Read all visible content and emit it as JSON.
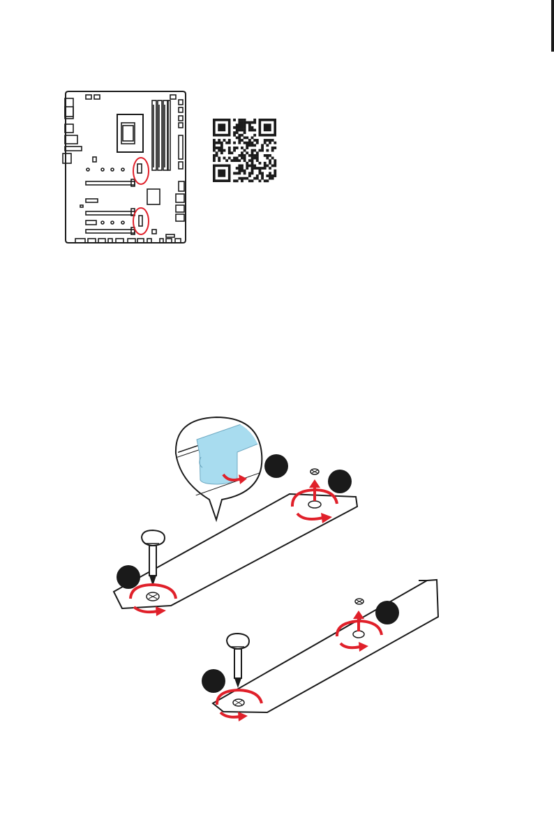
{
  "page": {
    "edge_tab": "page-edge-tab"
  },
  "figures": {
    "motherboard": {
      "icon": "motherboard-layout-icon",
      "highlight_count": 2,
      "highlight_color": "#e0202a"
    },
    "qr": {
      "icon": "qr-code-icon"
    },
    "installation": {
      "icon": "m2-screw-removal-diagram",
      "callouts": [
        "",
        "",
        "",
        "",
        ""
      ],
      "arrow_color": "#e0202a",
      "tape_color": "#a8dcef"
    }
  }
}
